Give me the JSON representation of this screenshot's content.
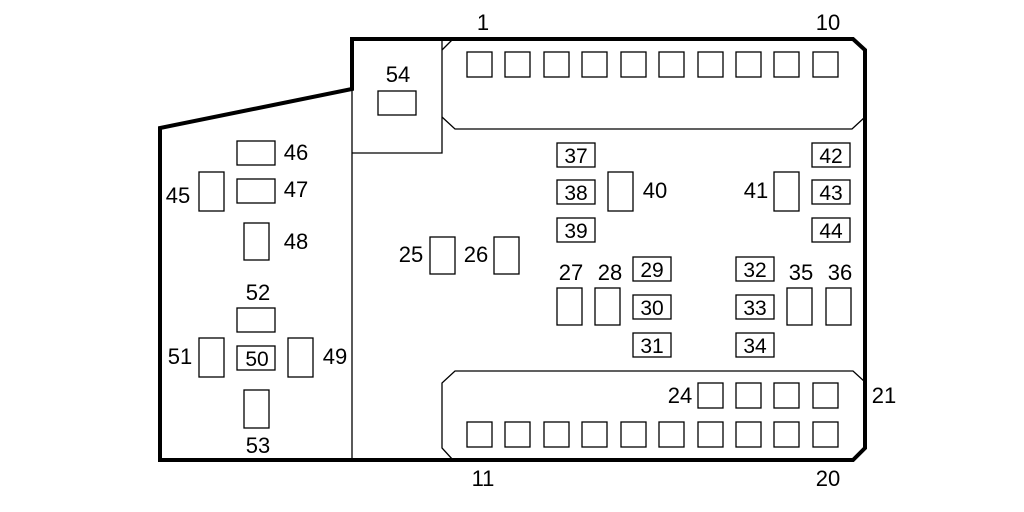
{
  "labels": {
    "n1": "1",
    "n10": "10",
    "n11": "11",
    "n20": "20",
    "n21": "21",
    "n24": "24",
    "n25": "25",
    "n26": "26",
    "n27": "27",
    "n28": "28",
    "n29": "29",
    "n30": "30",
    "n31": "31",
    "n32": "32",
    "n33": "33",
    "n34": "34",
    "n35": "35",
    "n36": "36",
    "n37": "37",
    "n38": "38",
    "n39": "39",
    "n40": "40",
    "n41": "41",
    "n42": "42",
    "n43": "43",
    "n44": "44",
    "n45": "45",
    "n46": "46",
    "n47": "47",
    "n48": "48",
    "n49": "49",
    "n50": "50",
    "n51": "51",
    "n52": "52",
    "n53": "53",
    "n54": "54"
  }
}
